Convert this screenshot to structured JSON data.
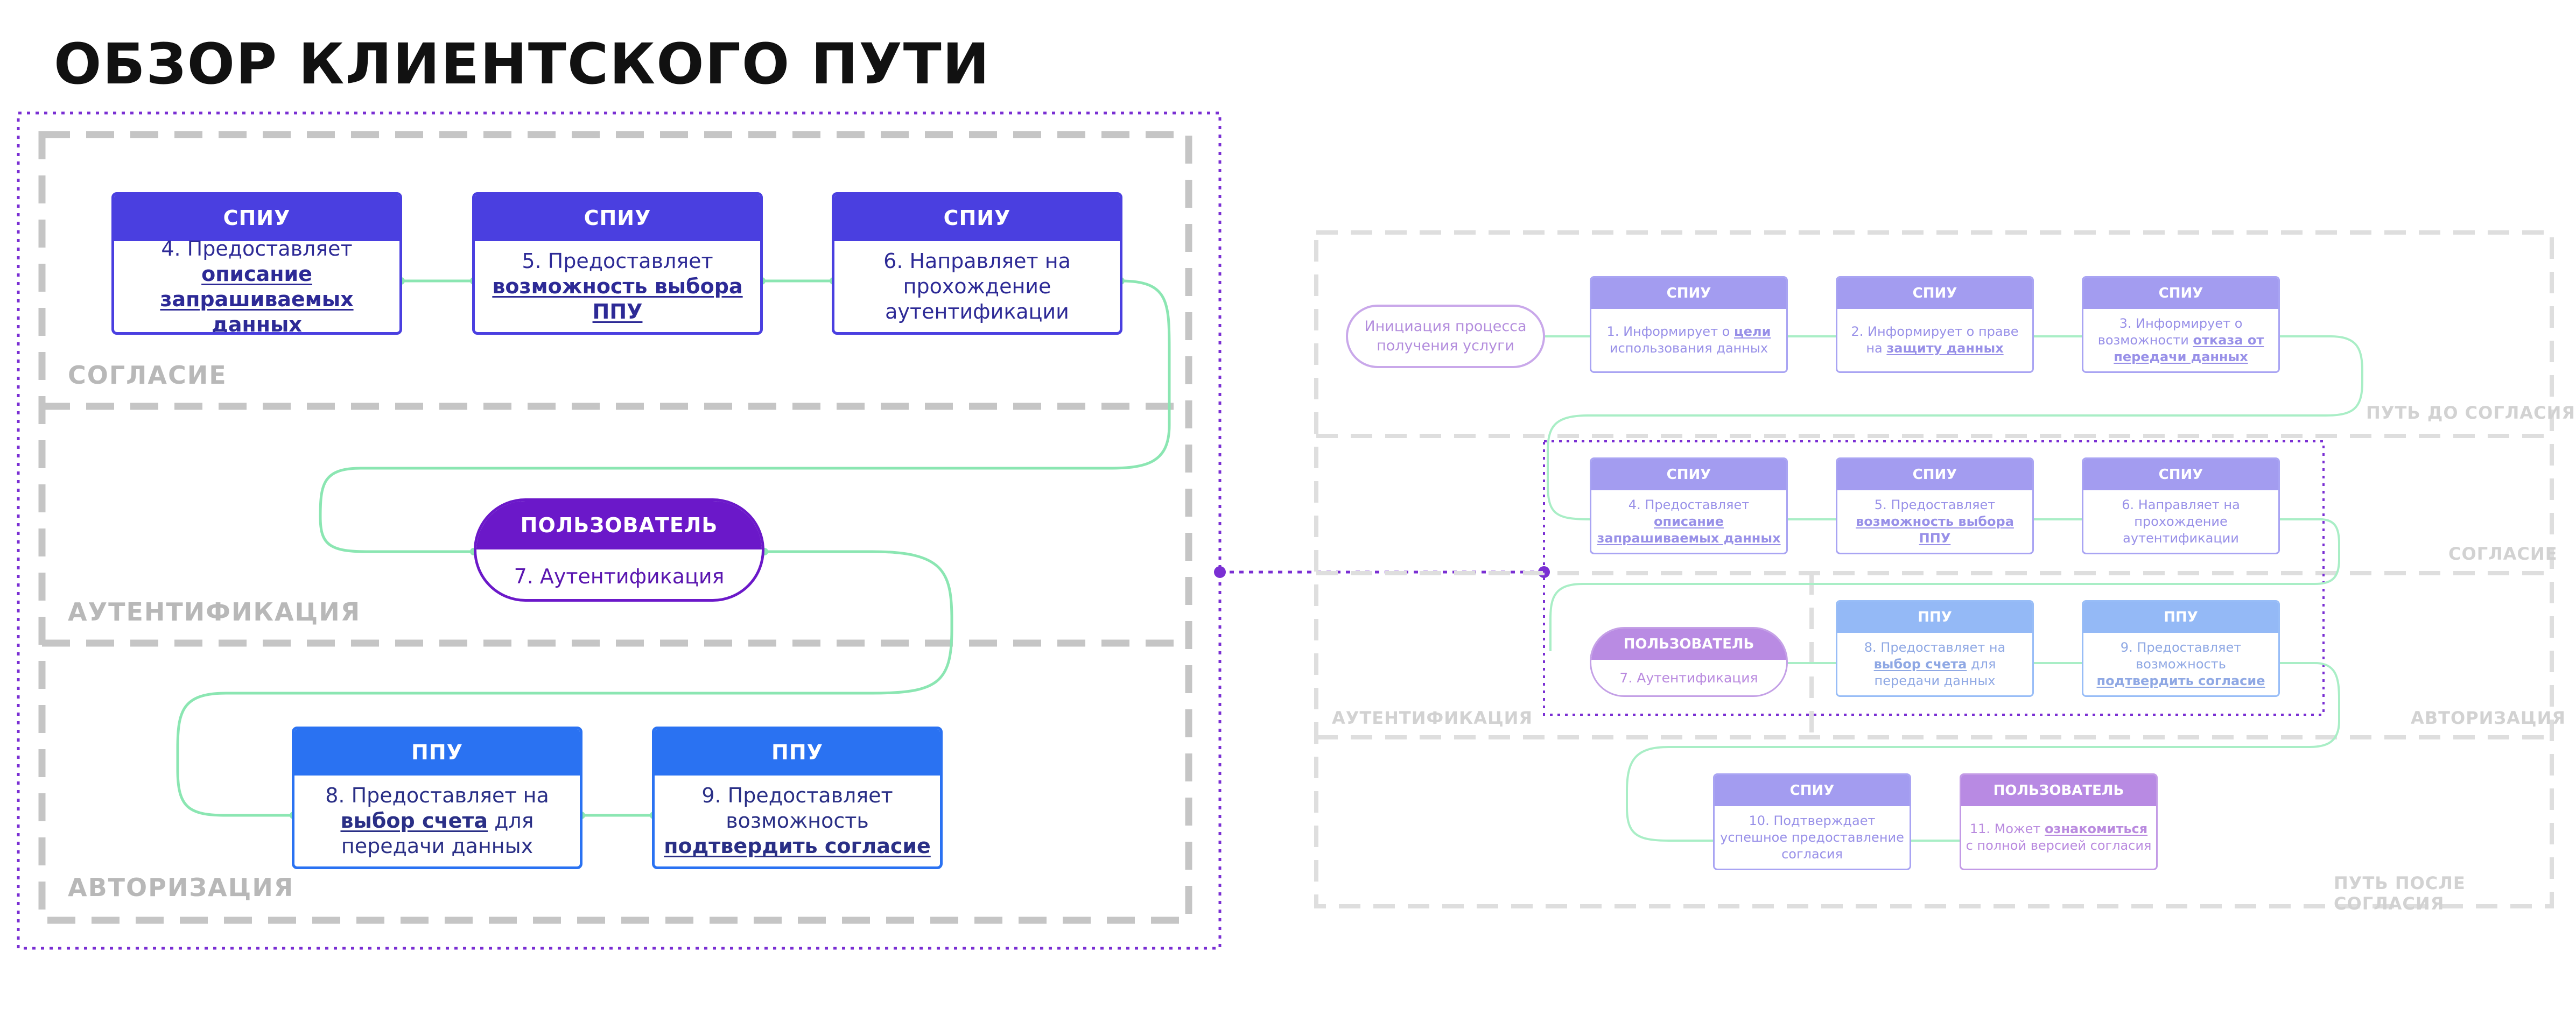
{
  "title": "ОБЗОР КЛИЕНТСКОГО ПУТИ",
  "colors": {
    "primary_purple": "#4a3fe0",
    "primary_blue": "#2a72f2",
    "user_violet": "#6b18c9",
    "connector_green": "#7fe3a8",
    "zone_gray": "#c8c8c8",
    "dotted_violet": "#7a2fd3"
  },
  "left": {
    "zones": {
      "consent": "СОГЛАСИЕ",
      "auth": "АУТЕНТИФИКАЦИЯ",
      "authz": "АВТОРИЗАЦИЯ"
    },
    "steps": [
      {
        "header": "СПИУ",
        "pre": "4. Предоставляет ",
        "bold": "описание запрашиваемых данных",
        "post": ""
      },
      {
        "header": "СПИУ",
        "pre": "5. Предоставляет ",
        "bold": "возможность выбора ППУ",
        "post": ""
      },
      {
        "header": "СПИУ",
        "pre": "6. Направляет на прохождение аутентификации",
        "bold": "",
        "post": ""
      },
      {
        "header": "ПОЛЬЗОВАТЕЛЬ",
        "pre": "7. Аутентификация",
        "bold": "",
        "post": ""
      },
      {
        "header": "ППУ",
        "pre": "8. Предоставляет на ",
        "bold": "выбор счета",
        "post": " для передачи данных"
      },
      {
        "header": "ППУ",
        "pre": "9. Предоставляет возможность ",
        "bold": "подтвердить согласие",
        "post": ""
      }
    ]
  },
  "right": {
    "init": "Инициация процесса получения услуги",
    "zones": {
      "pre_consent": "ПУТЬ ДО СОГЛАСИЯ",
      "consent": "СОГЛАСИЕ",
      "auth": "АУТЕНТИФИКАЦИЯ",
      "authz": "АВТОРИЗАЦИЯ",
      "post_consent": "ПУТЬ ПОСЛЕ СОГЛАСИЯ"
    },
    "steps": [
      {
        "header": "СПИУ",
        "pre": "1. Информирует о ",
        "bold": "цели",
        "post": " использования данных"
      },
      {
        "header": "СПИУ",
        "pre": "2. Информирует о праве на ",
        "bold": "защиту данных",
        "post": ""
      },
      {
        "header": "СПИУ",
        "pre": "3. Информирует о возможности ",
        "bold": "отказа от передачи данных",
        "post": ""
      },
      {
        "header": "СПИУ",
        "pre": "4. Предоставляет ",
        "bold": "описание запрашиваемых данных",
        "post": ""
      },
      {
        "header": "СПИУ",
        "pre": "5. Предоставляет ",
        "bold": "возможность выбора ППУ",
        "post": ""
      },
      {
        "header": "СПИУ",
        "pre": "6. Направляет на прохождение аутентификации",
        "bold": "",
        "post": ""
      },
      {
        "header": "ПОЛЬЗОВАТЕЛЬ",
        "pre": "7. Аутентификация",
        "bold": "",
        "post": ""
      },
      {
        "header": "ППУ",
        "pre": "8. Предоставляет на ",
        "bold": "выбор счета",
        "post": " для передачи данных"
      },
      {
        "header": "ППУ",
        "pre": "9. Предоставляет возможность ",
        "bold": "подтвердить согласие",
        "post": ""
      },
      {
        "header": "СПИУ",
        "pre": "10. Подтверждает успешное предоставление согласия",
        "bold": "",
        "post": ""
      },
      {
        "header": "ПОЛЬЗОВАТЕЛЬ",
        "pre": "11. Может ",
        "bold": "ознакомиться",
        "post": " с полной версией согласия"
      }
    ]
  }
}
